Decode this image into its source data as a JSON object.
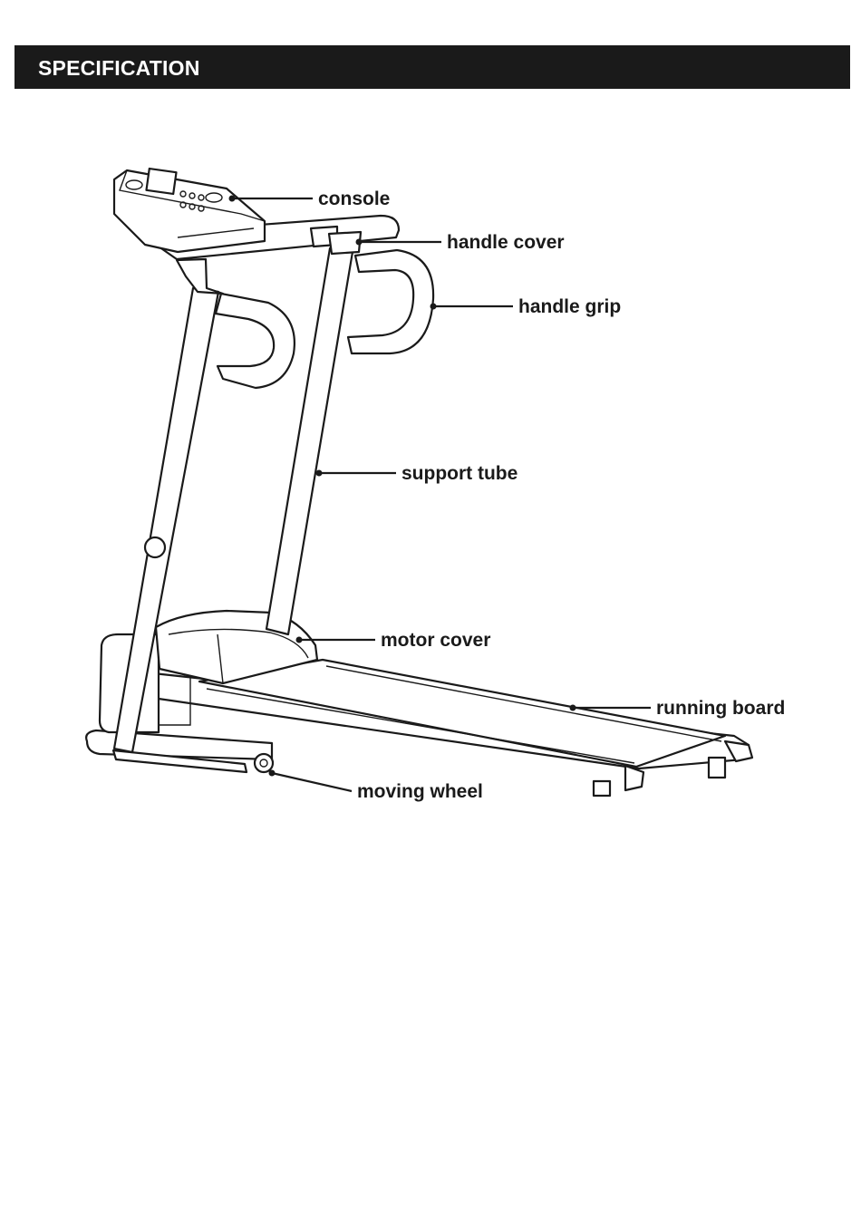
{
  "header": {
    "title": "SPECIFICATION"
  },
  "diagram": {
    "labels": {
      "console": "console",
      "handle_cover": "handle cover",
      "handle_grip": "handle grip",
      "support_tube": "support tube",
      "motor_cover": "motor cover",
      "running_board": "running board",
      "moving_wheel": "moving wheel"
    }
  }
}
